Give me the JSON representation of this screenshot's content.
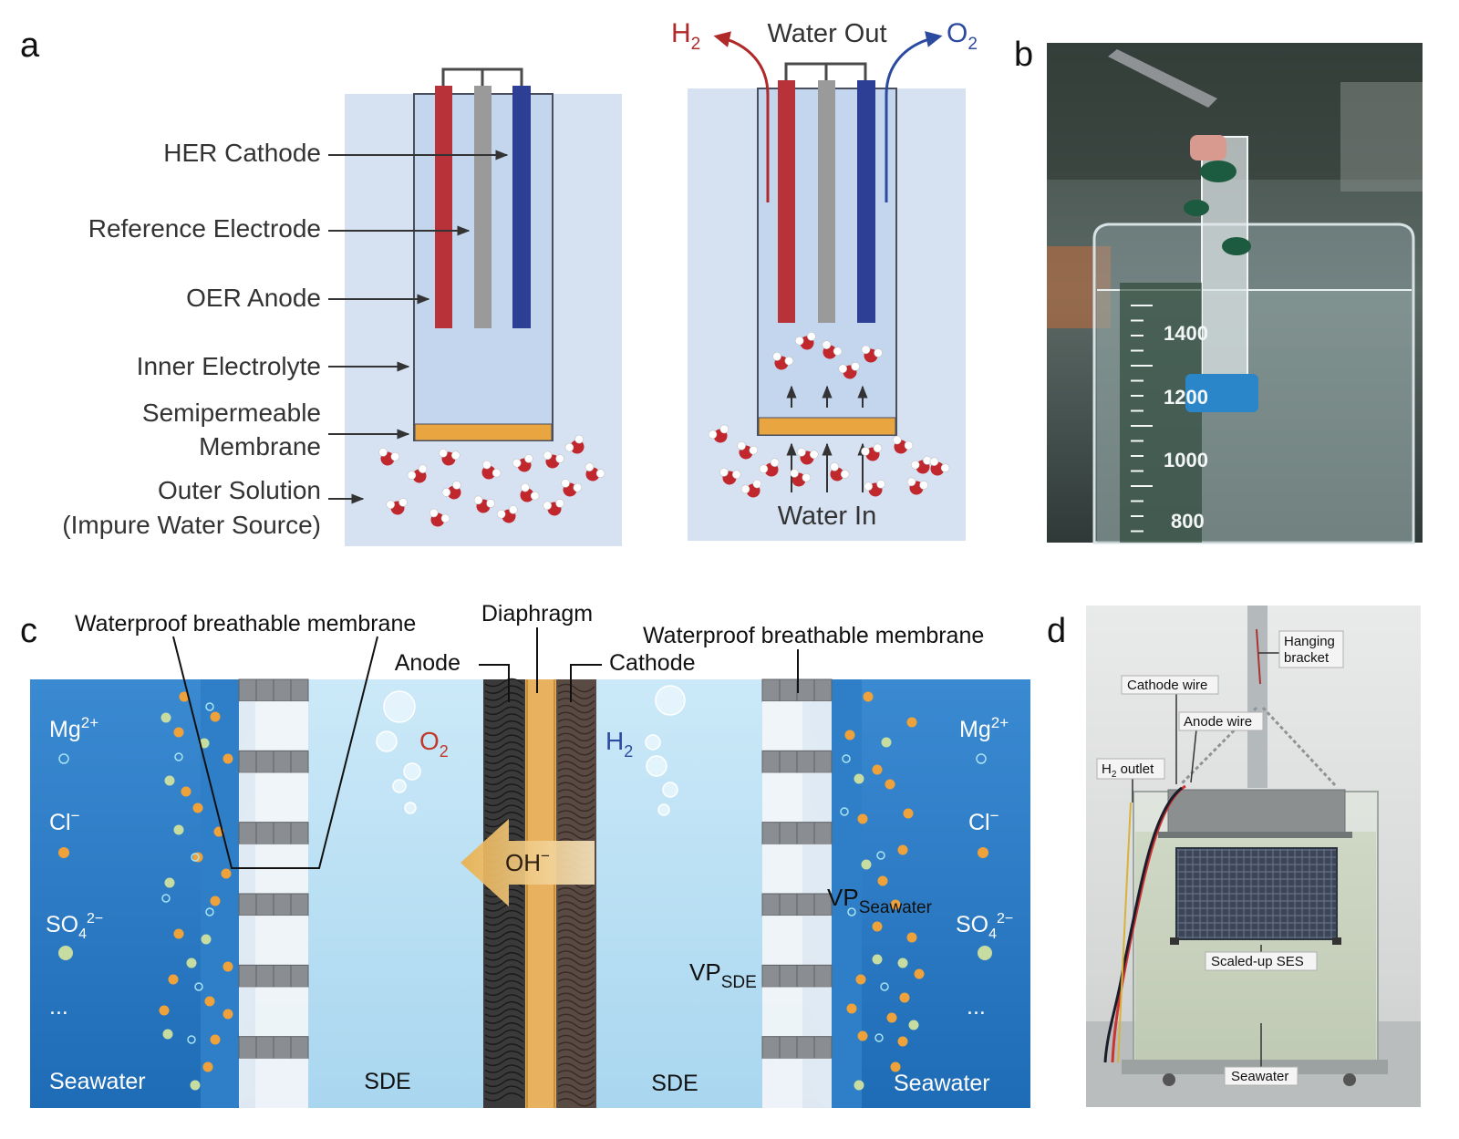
{
  "panels": {
    "a": {
      "letter": "a",
      "labels": {
        "her_cathode": "HER Cathode",
        "reference_electrode": "Reference Electrode",
        "oer_anode": "OER Anode",
        "inner_electrolyte": "Inner Electrolyte",
        "semipermeable_1": "Semipermeable",
        "semipermeable_2": "Membrane",
        "outer_solution_1": "Outer Solution",
        "outer_solution_2": "(Impure Water Source)"
      },
      "right": {
        "h2_main": "H",
        "h2_sub": "2",
        "water_out": "Water Out",
        "o2_main": "O",
        "o2_sub": "2",
        "water_in": "Water In"
      }
    },
    "b": {
      "letter": "b",
      "scale": [
        "1400",
        "1200",
        "1000",
        "800"
      ]
    },
    "c": {
      "letter": "c",
      "labels": {
        "membrane_left": "Waterproof breathable membrane",
        "diaphragm": "Diaphragm",
        "anode": "Anode",
        "cathode": "Cathode",
        "membrane_right": "Waterproof breathable membrane",
        "o2_main": "O",
        "o2_sub": "2",
        "h2_main": "H",
        "h2_sub": "2",
        "oh": "OH",
        "oh_sup": "−",
        "vp_seawater_main": "VP",
        "vp_seawater_sub": "Seawater",
        "vp_sde_main": "VP",
        "vp_sde_sub": "SDE",
        "sde_left": "SDE",
        "sde_right": "SDE",
        "seawater_left": "Seawater",
        "seawater_right": "Seawater"
      },
      "ions": {
        "mg_main": "Mg",
        "mg_sup": "2+",
        "cl_main": "Cl",
        "cl_sup": "−",
        "so4_main": "SO",
        "so4_sub": "4",
        "so4_sup": "2−",
        "ellipsis": "..."
      }
    },
    "d": {
      "letter": "d",
      "labels": {
        "hanging_1": "Hanging",
        "hanging_2": "bracket",
        "cathode_wire": "Cathode wire",
        "anode_wire": "Anode wire",
        "h2_outlet_a": "H",
        "h2_outlet_sub": "2",
        "h2_outlet_b": " outlet",
        "scaled_up": "Scaled-up SES",
        "seawater": "Seawater"
      }
    }
  },
  "colors": {
    "cathode_red": "#b8323a",
    "reference_gray": "#9a9a9a",
    "anode_blue": "#2c3f94",
    "electrolyte_blue": "#c7d8ec",
    "outer_blue": "#d6e1f2",
    "membrane_orange": "#e9a640",
    "h2_red": "#b02a2a",
    "o2_blue": "#2b4aa0",
    "seawater_blue": "#2f7fc8",
    "sde_blue": "#bfe2f5",
    "diaphragm_tan": "#e7b15f"
  }
}
